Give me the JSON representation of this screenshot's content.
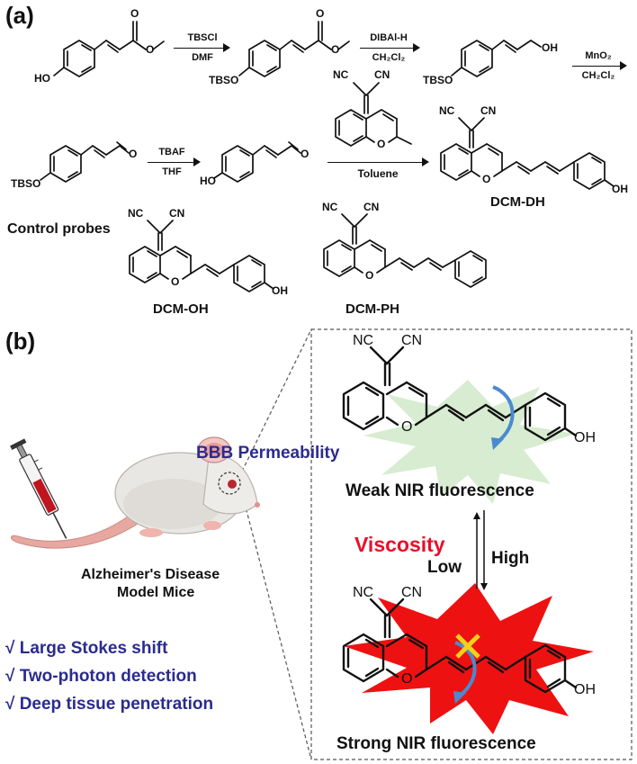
{
  "panel_a": {
    "label": "(a)",
    "reagents": [
      {
        "top": "TBSCl",
        "bottom": "DMF"
      },
      {
        "top": "DIBAl-H",
        "bottom": "CH₂Cl₂"
      },
      {
        "top": "MnO₂",
        "bottom": "CH₂Cl₂"
      },
      {
        "top": "TBAF",
        "bottom": "THF"
      },
      {
        "top": "",
        "bottom": "Toluene"
      }
    ],
    "atoms": {
      "O": "O",
      "HO": "HO",
      "OH": "OH",
      "TBSO": "TBSO",
      "NC": "NC",
      "CN": "CN"
    },
    "product_name": "DCM-DH",
    "control_title": "Control probes",
    "control_names": [
      "DCM-OH",
      "DCM-PH"
    ]
  },
  "panel_b": {
    "label": "(b)",
    "bbb": "BBB Permeability",
    "mice_label": [
      "Alzheimer's Disease",
      "Model Mice"
    ],
    "weak": "Weak NIR fluorescence",
    "strong": "Strong NIR fluorescence",
    "viscosity": "Viscosity",
    "low": "Low",
    "high": "High",
    "features": [
      "√ Large Stokes shift",
      "√ Two-photon detection",
      "√ Deep tissue penetration"
    ],
    "colors": {
      "blue_text": "#2b2b8f",
      "red_text": "#e8102a",
      "weak_glow": "#d7ecd0",
      "strong_glow": "#ee1111",
      "rotation_arrow": "#4a8ad0",
      "cross": "#f2d21b"
    }
  }
}
